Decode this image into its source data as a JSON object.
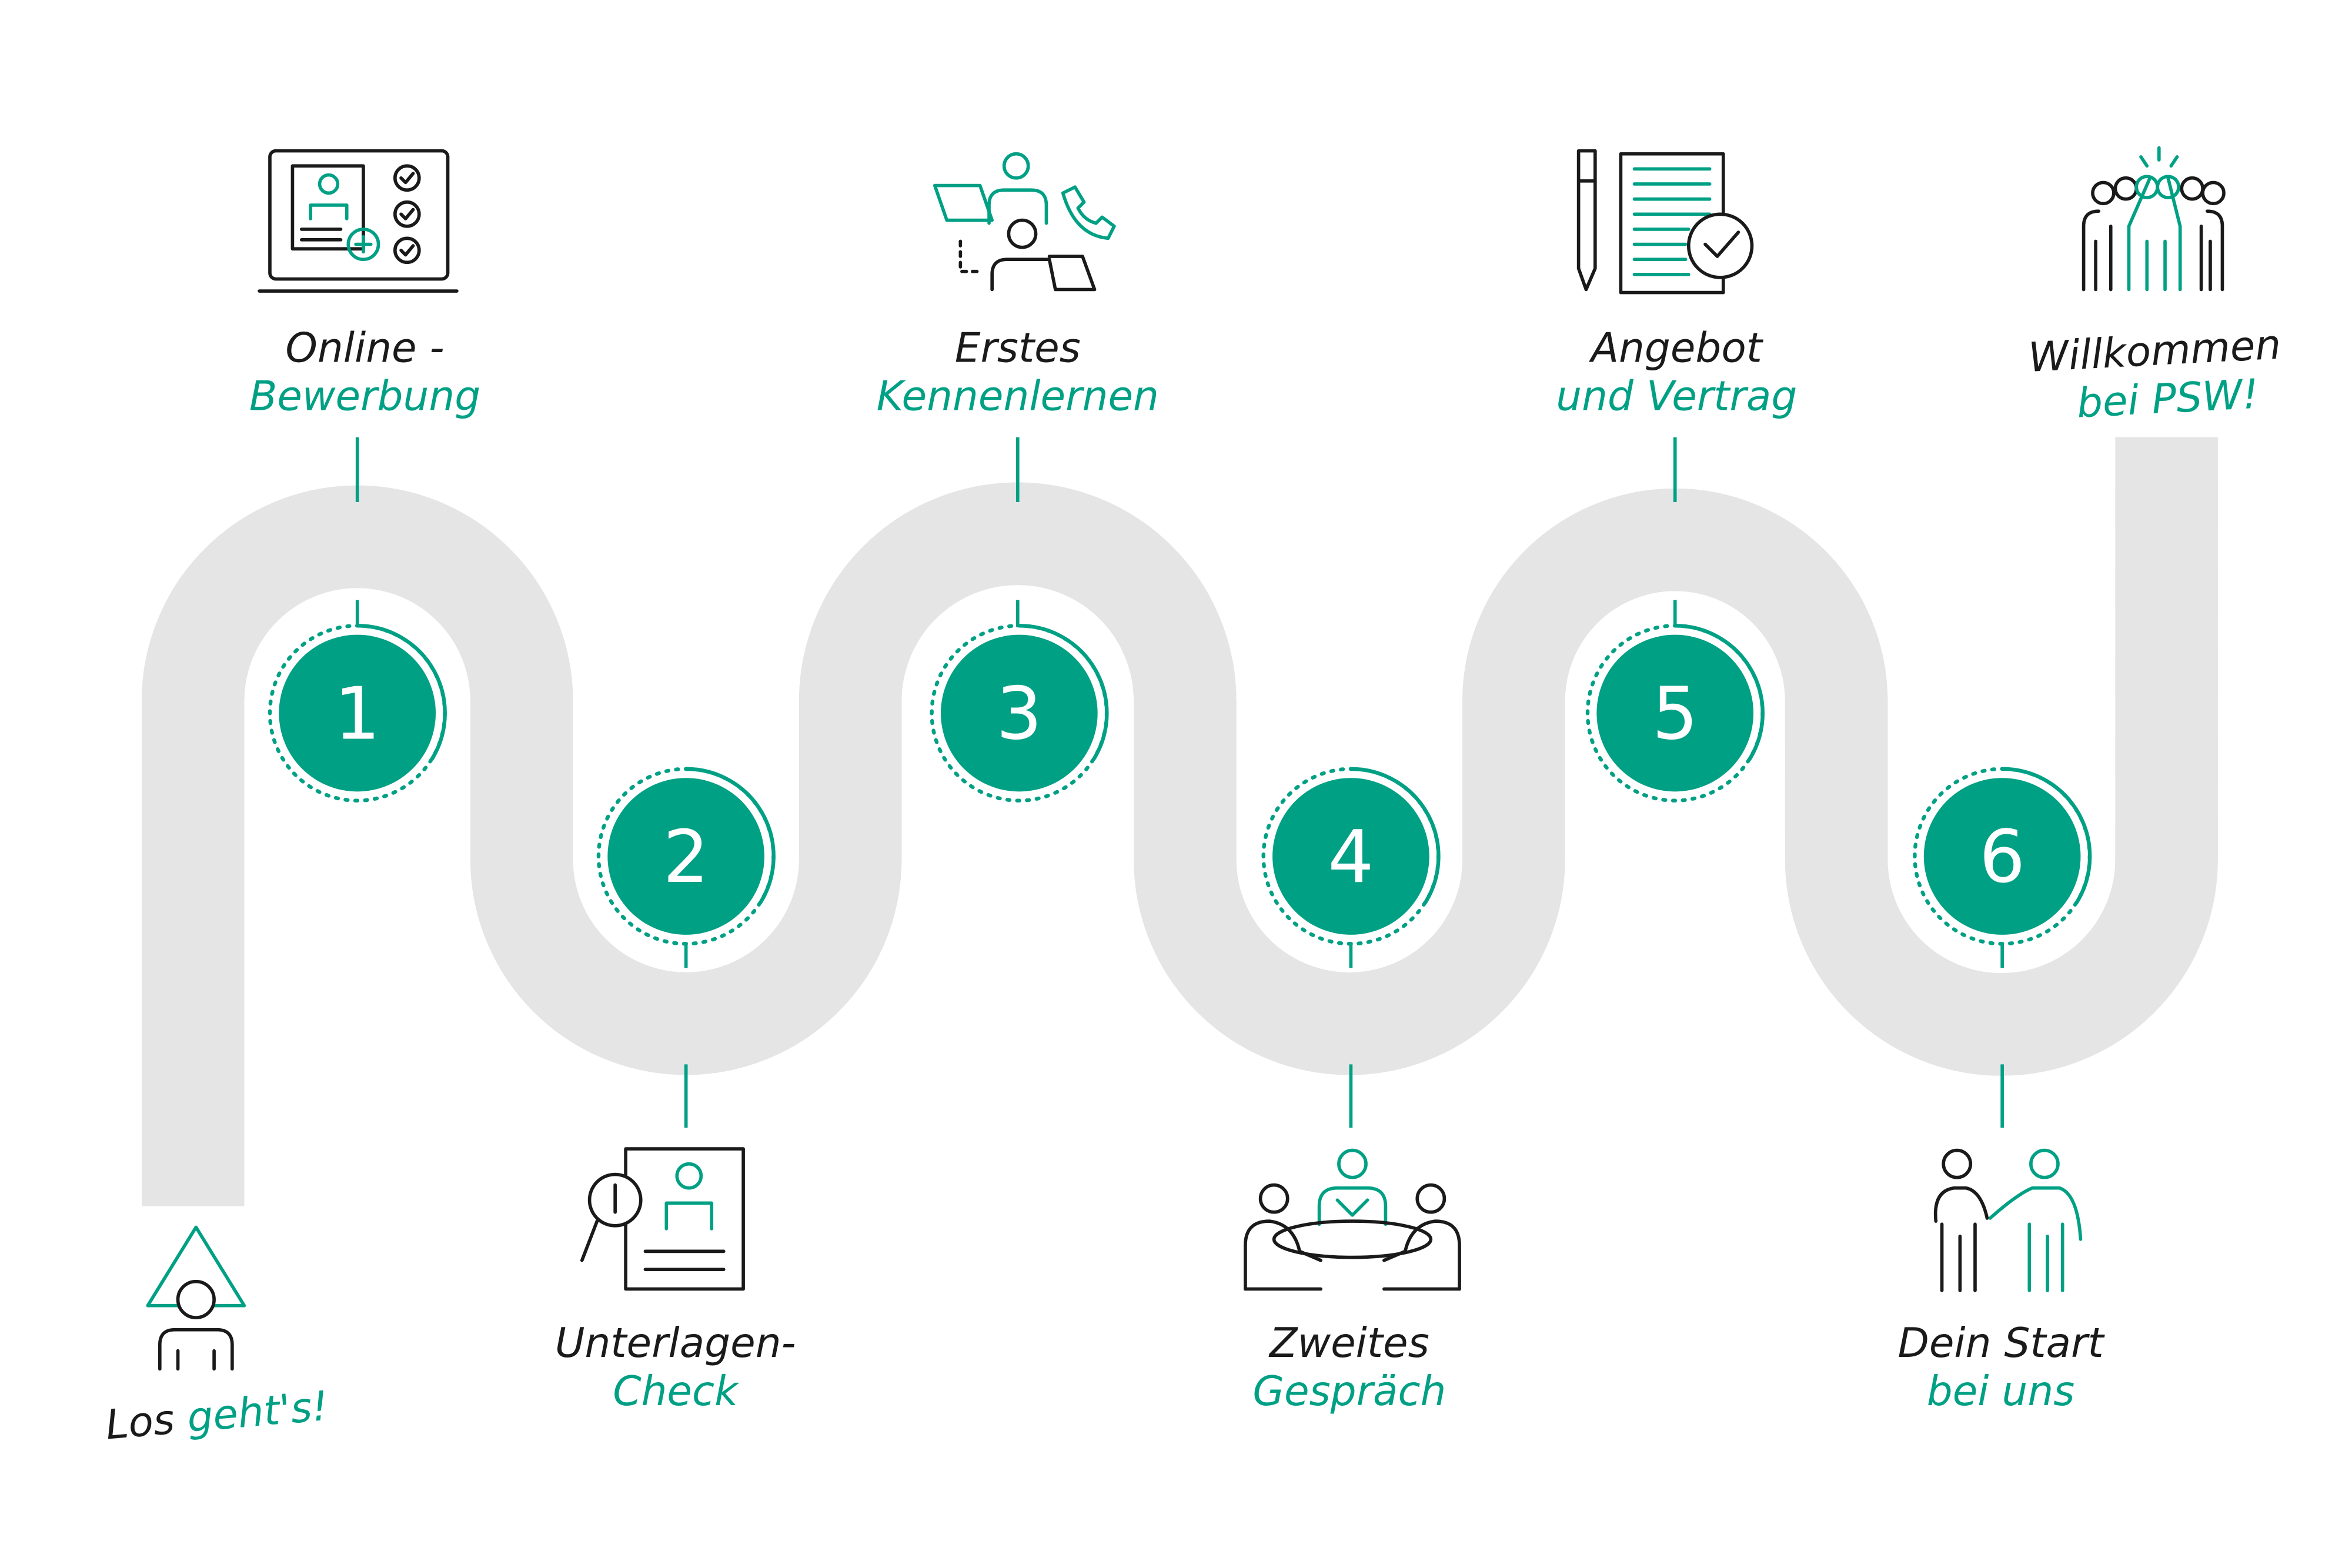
{
  "colors": {
    "accent": "#00a085",
    "road": "#e5e5e5",
    "ink": "#1a1a1a"
  },
  "start": {
    "line1": "Los",
    "line2": "geht's!",
    "icon": "person-arrow-up-icon"
  },
  "steps": [
    {
      "number": "1",
      "line1": "Online -",
      "line2": "Bewerbung",
      "icon": "online-application-icon"
    },
    {
      "number": "2",
      "line1": "Unterlagen-",
      "line2": "Check",
      "icon": "document-check-icon"
    },
    {
      "number": "3",
      "line1": "Erstes",
      "line2": "Kennenlernen",
      "icon": "video-call-icon"
    },
    {
      "number": "4",
      "line1": "Zweites",
      "line2": "Gespräch",
      "icon": "meeting-icon"
    },
    {
      "number": "5",
      "line1": "Angebot",
      "line2": "und Vertrag",
      "icon": "contract-icon"
    },
    {
      "number": "6",
      "line1": "Dein Start",
      "line2": "bei uns",
      "icon": "handshake-icon"
    }
  ],
  "finish": {
    "line1": "Willkommen",
    "line2": "bei PSW!",
    "icon": "team-celebration-icon"
  }
}
